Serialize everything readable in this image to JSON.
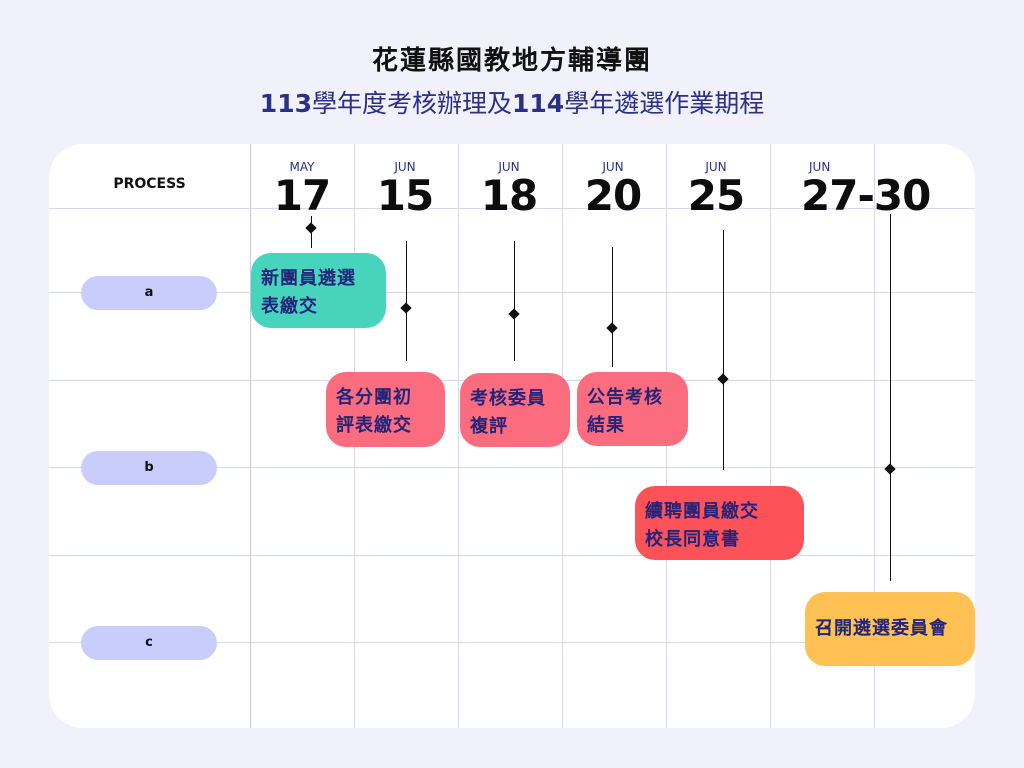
{
  "header": {
    "title": "花蓮縣國教地方輔導團",
    "subtitle_prefix_num": "113",
    "subtitle_mid": "學年度考核辦理及",
    "subtitle_mid_num": "114",
    "subtitle_suffix": "學年遴選作業期程"
  },
  "table": {
    "process_header": "PROCESS",
    "rows": [
      "a",
      "b",
      "c"
    ],
    "dates": [
      {
        "month": "MAY",
        "day": "17"
      },
      {
        "month": "JUN",
        "day": "15"
      },
      {
        "month": "JUN",
        "day": "18"
      },
      {
        "month": "JUN",
        "day": "20"
      },
      {
        "month": "JUN",
        "day": "25"
      },
      {
        "month": "JUN",
        "day": "27-30"
      }
    ]
  },
  "tasks": [
    {
      "line1": "新團員遴選",
      "line2": "表繳交",
      "color": "#47d4bd"
    },
    {
      "line1": "各分團初",
      "line2": "評表繳交",
      "color": "#fb6d7e"
    },
    {
      "line1": "考核委員",
      "line2": "複評",
      "color": "#fb6d7e"
    },
    {
      "line1": "公告考核",
      "line2": "結果",
      "color": "#fb6d7e"
    },
    {
      "line1": "續聘團員繳交",
      "line2": "校長同意書",
      "color": "#fd5257"
    },
    {
      "line1": "召開遴選委員會",
      "line2": "",
      "color": "#ffc153"
    }
  ]
}
